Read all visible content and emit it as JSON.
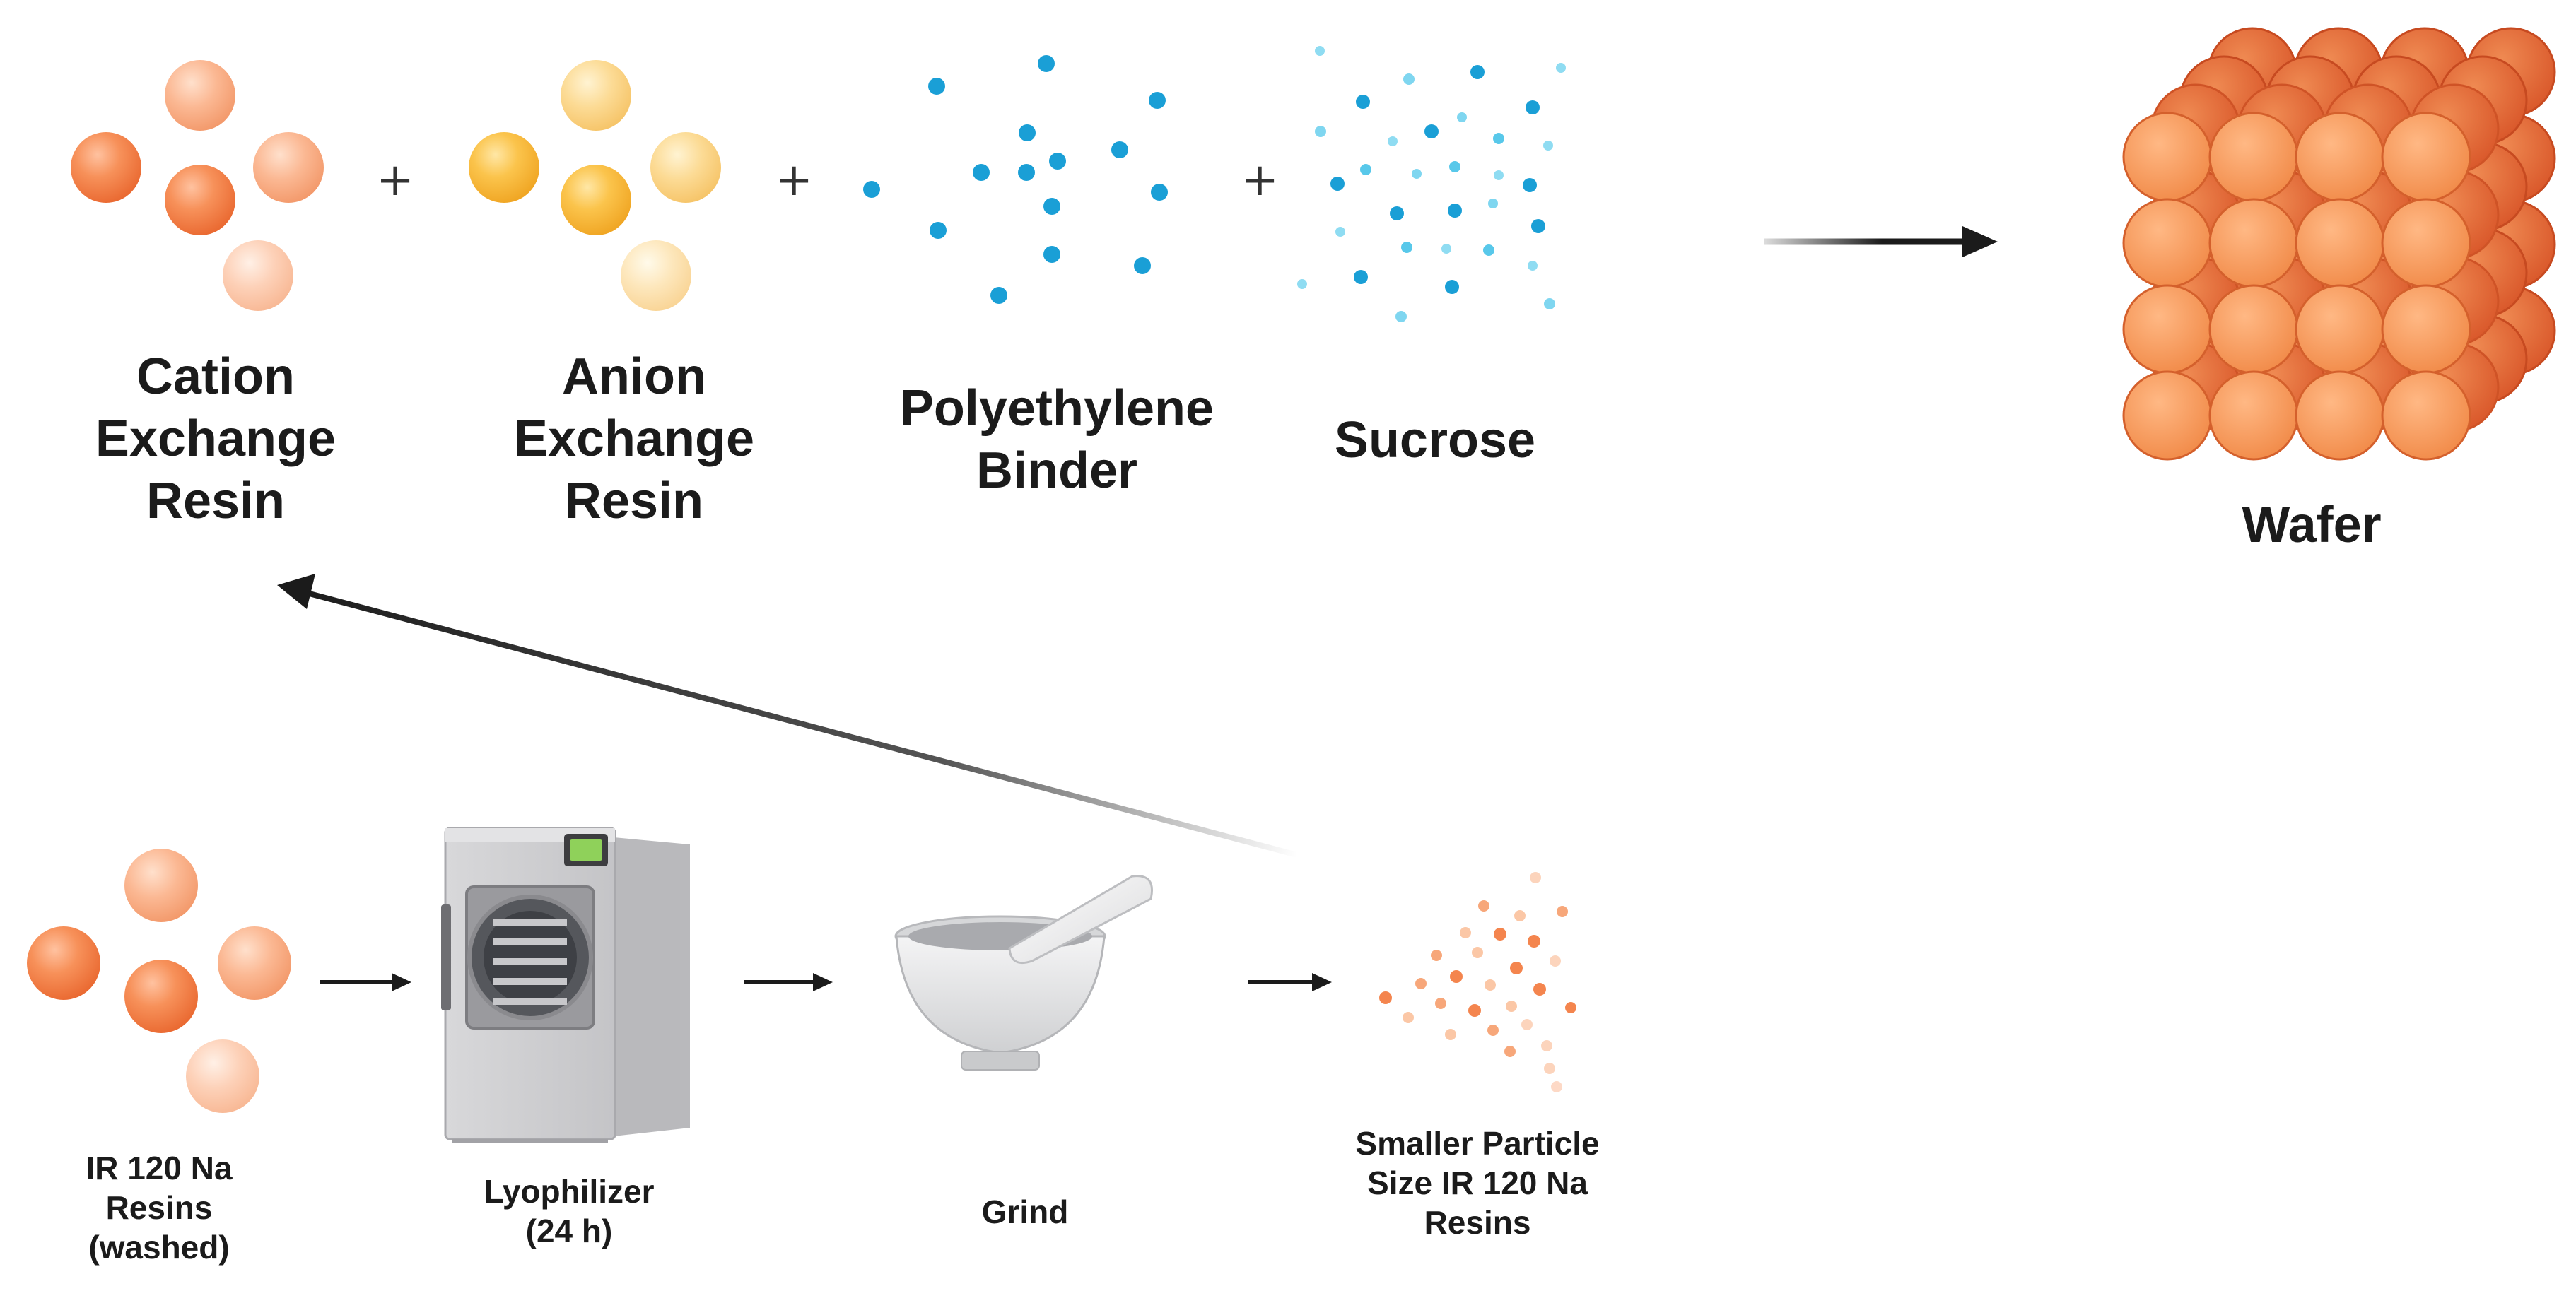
{
  "top_row": {
    "cation": {
      "lines": [
        "Cation",
        "Exchange",
        "Resin"
      ]
    },
    "anion": {
      "lines": [
        "Anion",
        "Exchange",
        "Resin"
      ]
    },
    "binder": {
      "lines": [
        "Polyethylene",
        "Binder"
      ]
    },
    "sucrose": {
      "lines": [
        "Sucrose"
      ]
    },
    "wafer": {
      "lines": [
        "Wafer"
      ]
    },
    "operator": "+"
  },
  "bottom_row": {
    "resins": {
      "lines": [
        "IR 120 Na",
        "Resins",
        "(washed)"
      ]
    },
    "lyophilizer": {
      "lines": [
        "Lyophilizer",
        "(24 h)"
      ]
    },
    "grind": {
      "lines": [
        "Grind"
      ]
    },
    "small_particles": {
      "lines": [
        "Smaller Particle",
        "Size IR 120 Na",
        "Resins"
      ]
    }
  },
  "colors": {
    "cation": "#f4854e",
    "anion": "#f7b944",
    "binder_dot": "#1a9fd6",
    "sucrose_dot": "#58c8ea",
    "wafer": "#f4904f",
    "machine": "#cfcfd1",
    "mortar": "#e9e9ea",
    "arrow": "#1b1b1b"
  }
}
